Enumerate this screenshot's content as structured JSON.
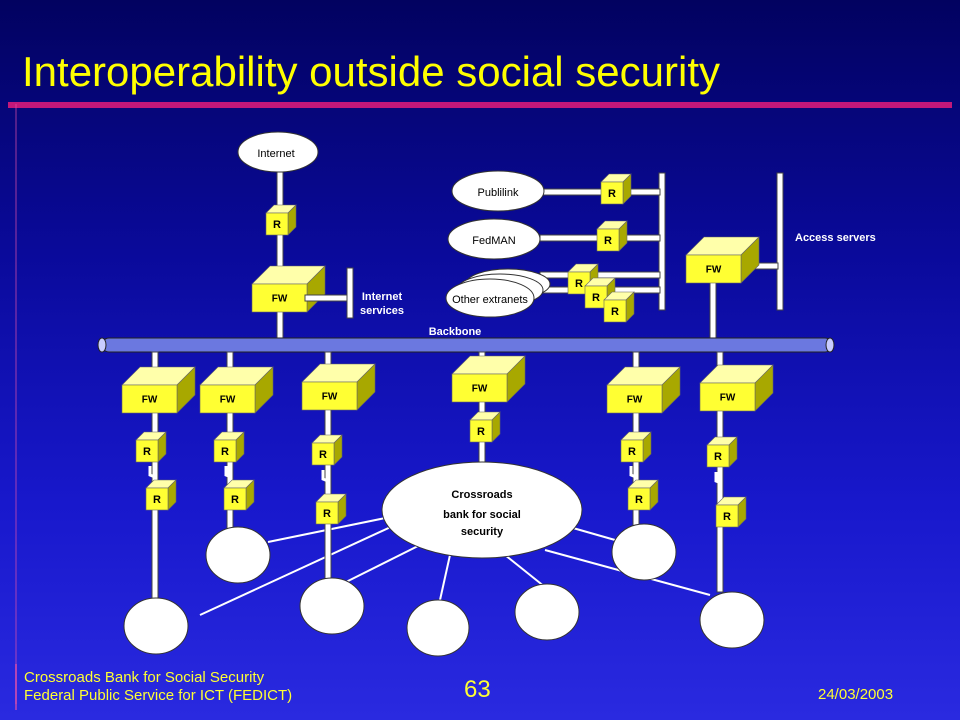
{
  "title": "Interoperability outside social security",
  "colors": {
    "title": "#ffff00",
    "accent_rule": "#c2187a",
    "box_front": "#ffff33",
    "box_top": "#ffffaa",
    "box_side": "#a8a800",
    "backbone": "#6b78e0"
  },
  "labels": {
    "internet": "Internet",
    "publilink": "Publilink",
    "fedman": "FedMAN",
    "other_extranets": "Other extranets",
    "internet_services": [
      "Internet",
      "services"
    ],
    "access_servers": "Access servers",
    "backbone": "Backbone",
    "center": [
      "Crossroads",
      "bank for social",
      "security"
    ],
    "fw": "FW",
    "r": "R"
  },
  "footer": {
    "org_line1": "Crossroads Bank for Social Security",
    "org_line2": "Federal Public Service for ICT (FEDICT)",
    "page_number": "63",
    "date": "24/03/2003"
  }
}
